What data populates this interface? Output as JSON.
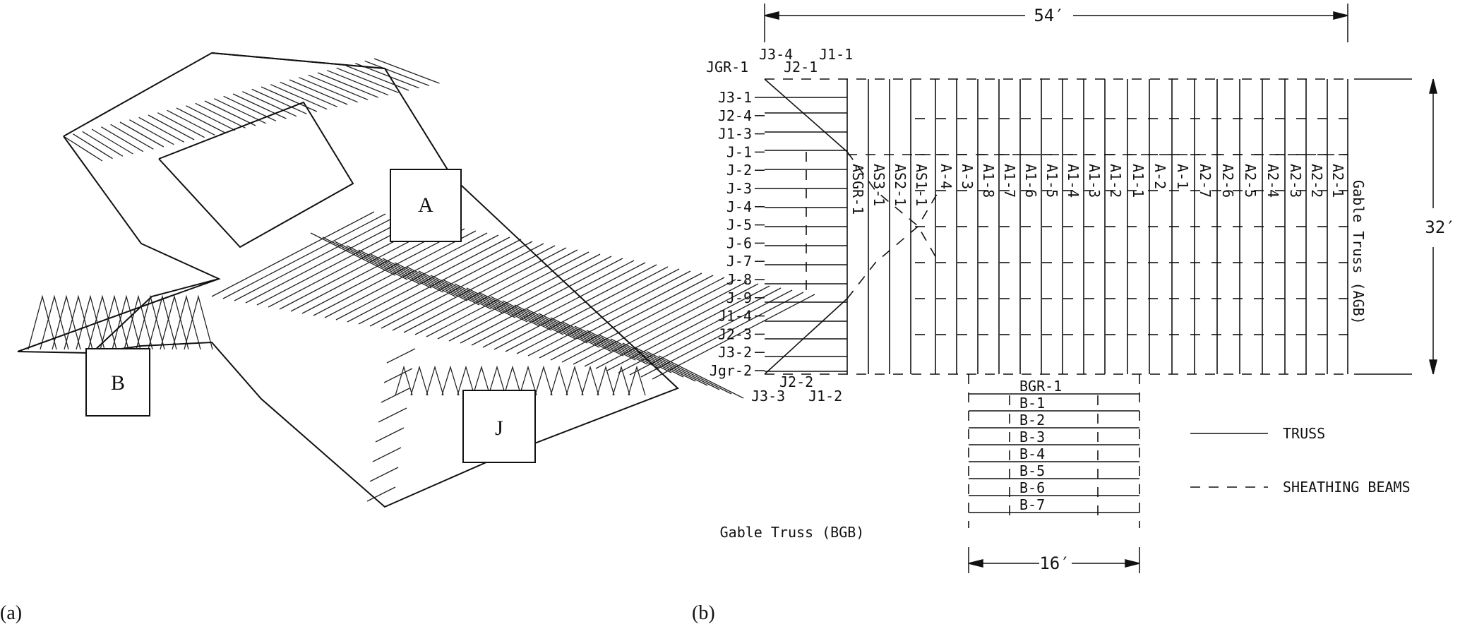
{
  "panel_a": {
    "caption": "(a)",
    "regions": [
      "A",
      "B",
      "J"
    ]
  },
  "panel_b": {
    "caption": "(b)",
    "dim_width": "54′",
    "dim_height": "32′",
    "dim_small": "16′",
    "top_jack_labels": [
      "J3-4",
      "J1-1",
      "JGR-1",
      "J2-1"
    ],
    "left_labels": [
      "J3-1",
      "J2-4",
      "J1-3",
      "J-1",
      "J-2",
      "J-3",
      "J-4",
      "J-5",
      "J-6",
      "J-7",
      "J-8",
      "J-9",
      "J1-4",
      "J2-3",
      "J3-2",
      "Jgr-2"
    ],
    "bottom_jack_labels": [
      "J2-2",
      "J3-3",
      "J1-2"
    ],
    "vertical_labels": [
      "ASGR-1",
      "AS3-1",
      "AS2-1",
      "AS1-1",
      "A-4",
      "A-3",
      "A1-8",
      "A1-7",
      "A1-6",
      "A1-5",
      "A1-4",
      "A1-3",
      "A1-2",
      "A1-1",
      "A-2",
      "A-1",
      "A2-7",
      "A2-6",
      "A2-5",
      "A2-4",
      "A2-3",
      "A2-2",
      "A2-1"
    ],
    "gable_a": "Gable Truss (AGB)",
    "b_labels": [
      "BGR-1",
      "B-1",
      "B-2",
      "B-3",
      "B-4",
      "B-5",
      "B-6",
      "B-7"
    ],
    "gable_b": "Gable Truss (BGB)",
    "legend": [
      {
        "label": "TRUSS",
        "style": "solid"
      },
      {
        "label": "SHEATHING BEAMS",
        "style": "dashed"
      }
    ]
  }
}
